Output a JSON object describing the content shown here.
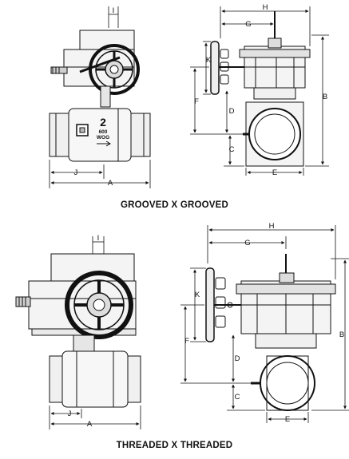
{
  "views": {
    "top": {
      "caption": "GROOVED X GROOVED",
      "front_labels": {
        "I": "I",
        "J": "J",
        "A": "A"
      },
      "side_labels": {
        "H": "H",
        "G": "G",
        "K": "K",
        "F": "F",
        "D": "D",
        "C": "C",
        "E": "E",
        "B": "B"
      },
      "body_marking": {
        "size": "2",
        "rating": "600",
        "service": "WOG"
      }
    },
    "bottom": {
      "caption": "THREADED X THREADED",
      "front_labels": {
        "I": "I",
        "J": "J",
        "A": "A"
      },
      "side_labels": {
        "H": "H",
        "G": "G",
        "K": "K",
        "F": "F",
        "D": "D",
        "C": "C",
        "E": "E",
        "B": "B"
      }
    }
  },
  "icons": [
    "handwheel-icon",
    "gear-operator-icon",
    "valve-body-icon",
    "flow-arrow-icon"
  ]
}
